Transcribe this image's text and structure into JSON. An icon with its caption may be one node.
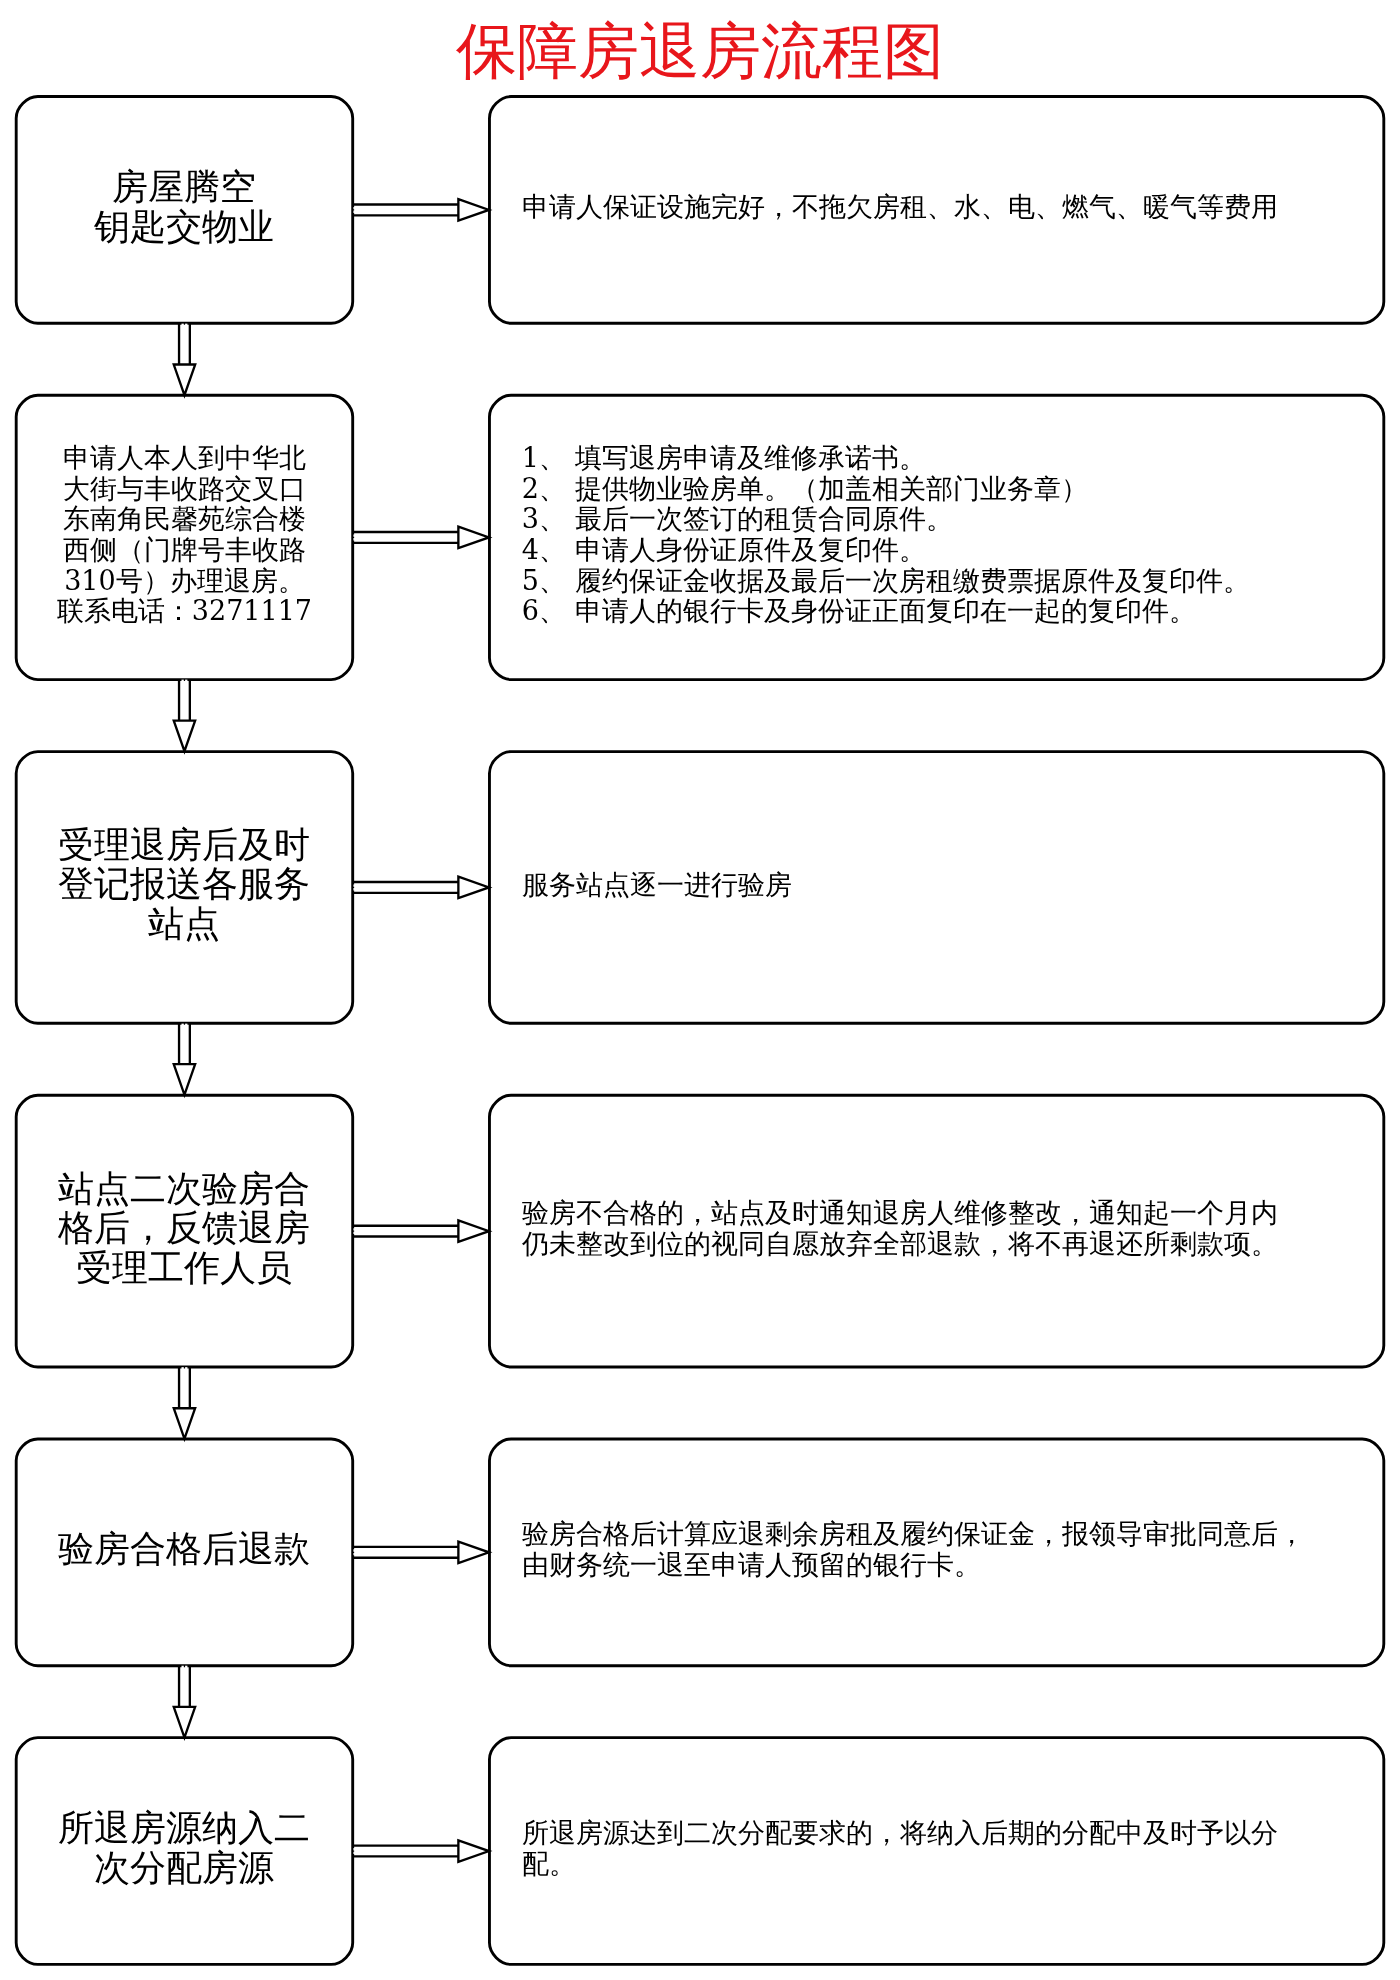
{
  "diagram": {
    "title": "保障房退房流程图",
    "nodes": [
      {
        "text": [
          "房屋腾空",
          "钥匙交物业"
        ]
      },
      {
        "text": [
          "申请人保证设施完好，不拖欠房租、水、电、燃气、暖气等费用"
        ]
      },
      {
        "text": [
          "申请人本人到中华北大街与丰收路交叉口东南角民馨苑综合楼西侧（门牌号丰收路310号）办理退房。",
          "联系电话：3271117"
        ]
      },
      {
        "text": [
          "1、 填写退房申请及维修承诺书。",
          "2、 提供物业验房单。（加盖相关部门业务章）",
          "3、 最后一次签订的租赁合同原件。",
          "4、 申请人身份证原件及复印件。",
          "5、 履约保证金收据及最后一次房租缴费票据原件及复印件。",
          "6、 申请人的银行卡及身份证正面复印在一起的复印件。"
        ]
      },
      {
        "text": [
          "受理退房后及时登记报送各服务站点"
        ]
      },
      {
        "text": [
          "服务站点逐一进行验房"
        ]
      },
      {
        "text": [
          "站点二次验房合格后，反馈退房受理工作人员"
        ]
      },
      {
        "text": [
          "验房不合格的，站点及时通知退房人维修整改，通知起一个月内仍未整改到位的视同自愿放弃全部退款，将不再退还所剩款项。"
        ]
      },
      {
        "text": [
          "验房合格后退款"
        ]
      },
      {
        "text": [
          "验房合格后计算应退剩余房租及履约保证金，报领导审批同意后，由财务统一退至申请人预留的银行卡。"
        ]
      },
      {
        "text": [
          "所退房源纳入二次分配房源"
        ]
      },
      {
        "text": [
          "所退房源达到二次分配要求的，将纳入后期的分配中及时予以分配。"
        ]
      }
    ],
    "edges": [
      {
        "from": 0,
        "to": 1,
        "arrow": "to"
      },
      {
        "from": 0,
        "to": 2,
        "arrow": "to"
      },
      {
        "from": 2,
        "to": 3,
        "arrow": "to"
      },
      {
        "from": 2,
        "to": 4,
        "arrow": "to"
      },
      {
        "from": 4,
        "to": 5,
        "arrow": "to"
      },
      {
        "from": 4,
        "to": 6,
        "arrow": "to"
      },
      {
        "from": 6,
        "to": 7,
        "arrow": "to"
      },
      {
        "from": 6,
        "to": 8,
        "arrow": "to"
      },
      {
        "from": 8,
        "to": 9,
        "arrow": "to"
      },
      {
        "from": 8,
        "to": 10,
        "arrow": "to"
      },
      {
        "from": 10,
        "to": 11,
        "arrow": "to"
      }
    ]
  }
}
